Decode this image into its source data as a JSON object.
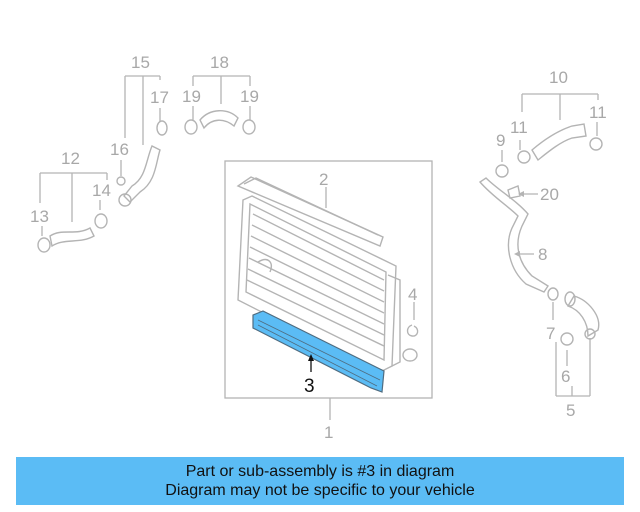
{
  "callouts": {
    "c1": "1",
    "c2": "2",
    "c3": "3",
    "c4": "4",
    "c5": "5",
    "c6": "6",
    "c7": "7",
    "c8": "8",
    "c9": "9",
    "c10": "10",
    "c11a": "11",
    "c11b": "11",
    "c12": "12",
    "c13": "13",
    "c14": "14",
    "c15": "15",
    "c16": "16",
    "c17": "17",
    "c18": "18",
    "c19a": "19",
    "c19b": "19",
    "c20": "20"
  },
  "highlight_color": "#5bbcf5",
  "banner": {
    "line1": "Part or sub-assembly is #3 in diagram",
    "line2": "Diagram may not be specific to your vehicle"
  }
}
